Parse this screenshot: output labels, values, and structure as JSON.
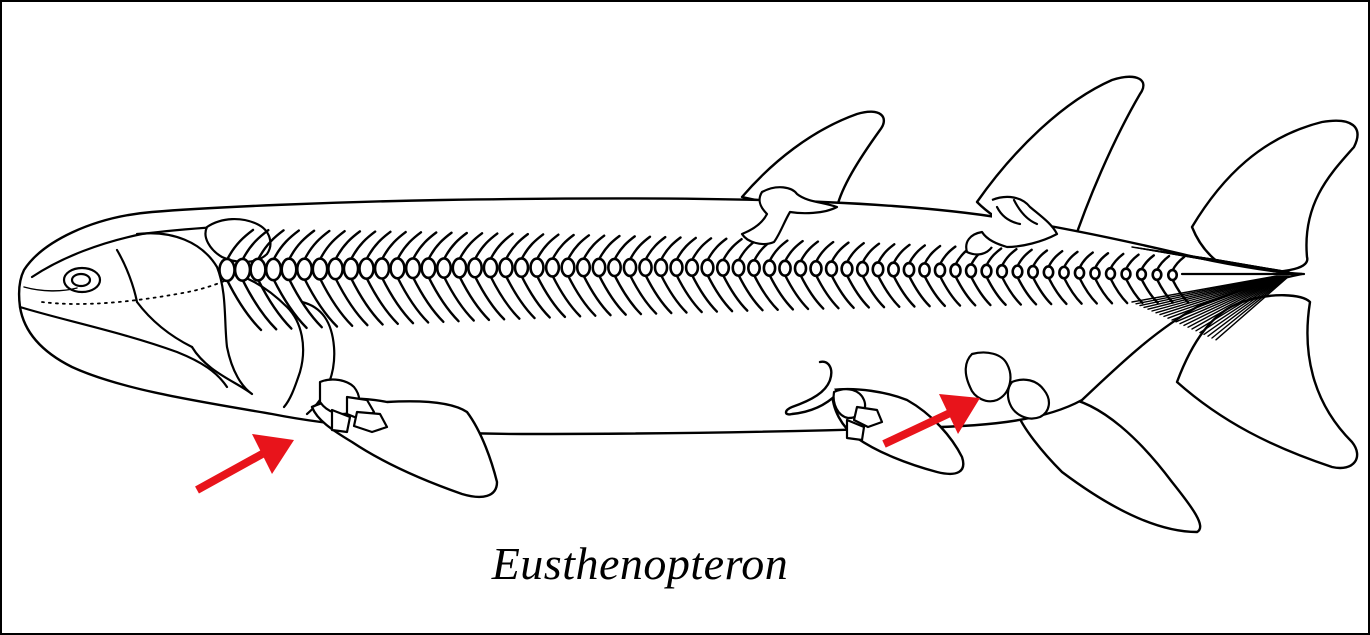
{
  "figure": {
    "caption": "Eusthenopteron",
    "colors": {
      "background": "#ffffff",
      "line": "#000000",
      "arrow": "#e8141b",
      "border": "#000000"
    },
    "arrows": [
      {
        "name": "pectoral-fin-arrow",
        "icon": "red-arrow-icon"
      },
      {
        "name": "pelvic-fin-arrow",
        "icon": "red-arrow-icon"
      }
    ]
  }
}
